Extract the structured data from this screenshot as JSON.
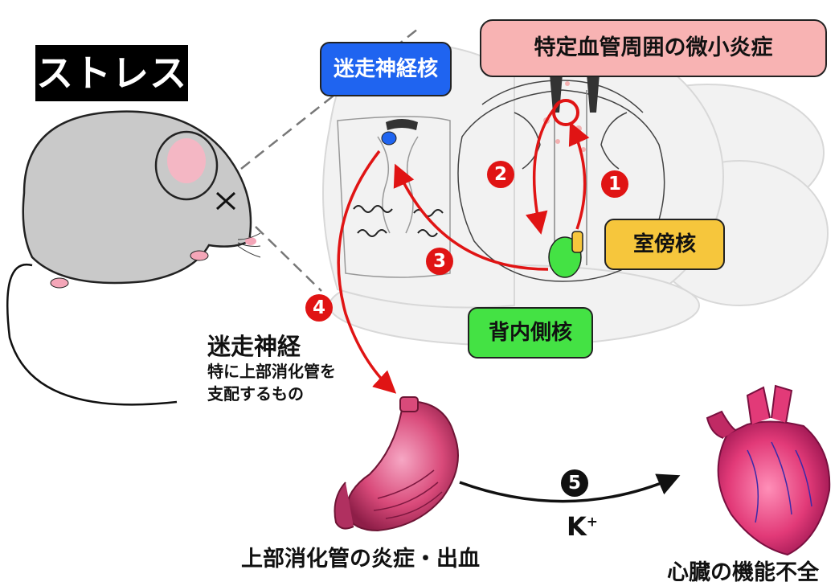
{
  "stress_label": "ストレス",
  "vagal_nucleus_label": "迷走神経核",
  "perivascular_label": "特定血管周囲の微小炎症",
  "pvn_label": "室傍核",
  "dmh_label": "背内側核",
  "vagus": {
    "title": "迷走神経",
    "sub_line1": "特に上部消化管を",
    "sub_line2": "支配するもの"
  },
  "gi_caption": "上部消化管の炎症・出血",
  "heart_caption": "心臓の機能不全",
  "ion_label": "K",
  "ion_charge": "+",
  "steps": [
    "1",
    "2",
    "3",
    "4",
    "5"
  ],
  "colors": {
    "arrow_red": "#e01414",
    "vagal_box": "#1f64f0",
    "perivascular_box": "#f8b3b3",
    "pvn_box": "#f6c63c",
    "dmh_box": "#44e244",
    "stress_box": "#000000",
    "stomach": "#d94a7a",
    "heart": "#e23a78"
  },
  "icons": [
    "mouse-illustration",
    "brain-illustration",
    "stomach-icon",
    "heart-icon"
  ]
}
